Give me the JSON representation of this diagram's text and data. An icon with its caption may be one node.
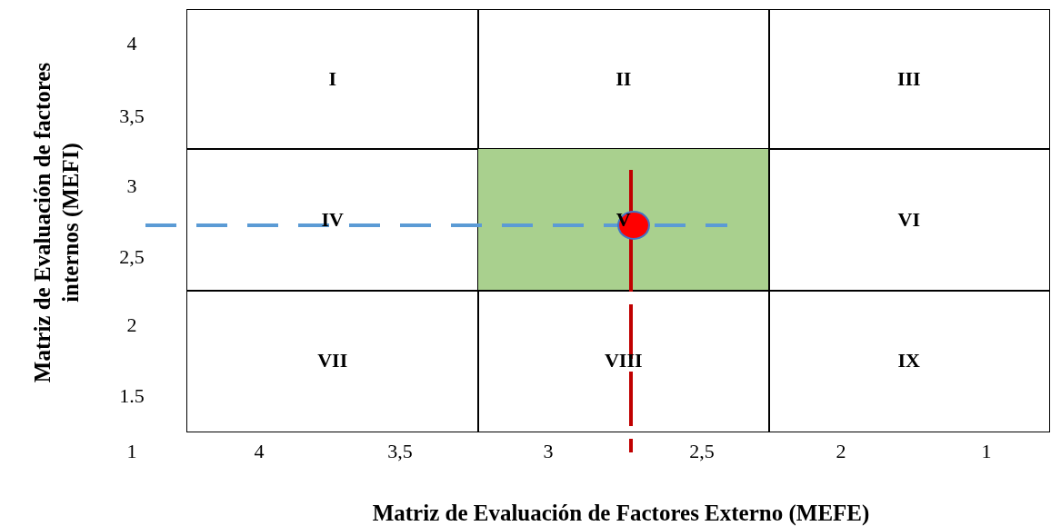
{
  "diagram": {
    "nodes": [
      {
        "text": [
          "I"
        ]
      },
      {
        "text": [
          "II"
        ]
      },
      {
        "text": [
          "III"
        ]
      },
      {
        "text": [
          "IV"
        ]
      },
      {
        "text": [
          "V"
        ]
      },
      {
        "text": [
          "VI"
        ]
      },
      {
        "text": [
          "VII"
        ]
      },
      {
        "text": [
          "VIII"
        ]
      },
      {
        "text": [
          "IX"
        ]
      }
    ],
    "labels": [
      "4",
      "3,5",
      "3",
      "2,5",
      "2",
      "1.5",
      "1",
      "4",
      "3,5",
      "3",
      "2,5",
      "2",
      "1",
      "Matriz de Evaluación de factores internos (MEFI)",
      "Matriz de Evaluación de Factores Externo (MEFE)"
    ]
  }
}
